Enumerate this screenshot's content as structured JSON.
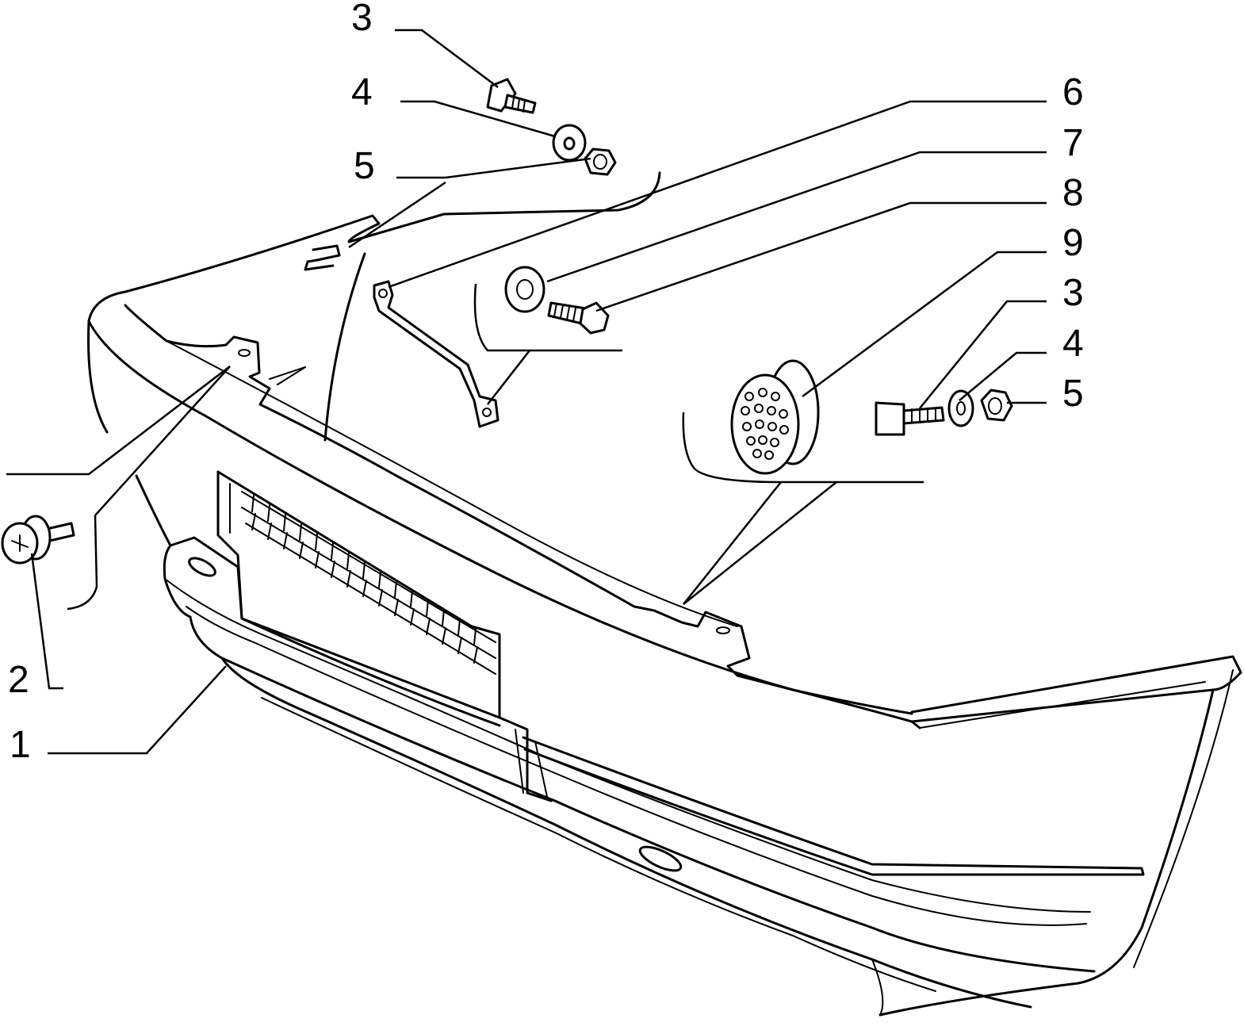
{
  "diagram": {
    "callouts": [
      {
        "id": "c-3-top",
        "label": "3"
      },
      {
        "id": "c-4-top",
        "label": "4"
      },
      {
        "id": "c-5-top",
        "label": "5"
      },
      {
        "id": "c-6",
        "label": "6"
      },
      {
        "id": "c-7",
        "label": "7"
      },
      {
        "id": "c-8",
        "label": "8"
      },
      {
        "id": "c-9",
        "label": "9"
      },
      {
        "id": "c-3-right",
        "label": "3"
      },
      {
        "id": "c-4-right",
        "label": "4"
      },
      {
        "id": "c-5-right",
        "label": "5"
      },
      {
        "id": "c-2",
        "label": "2"
      },
      {
        "id": "c-1",
        "label": "1"
      }
    ]
  }
}
